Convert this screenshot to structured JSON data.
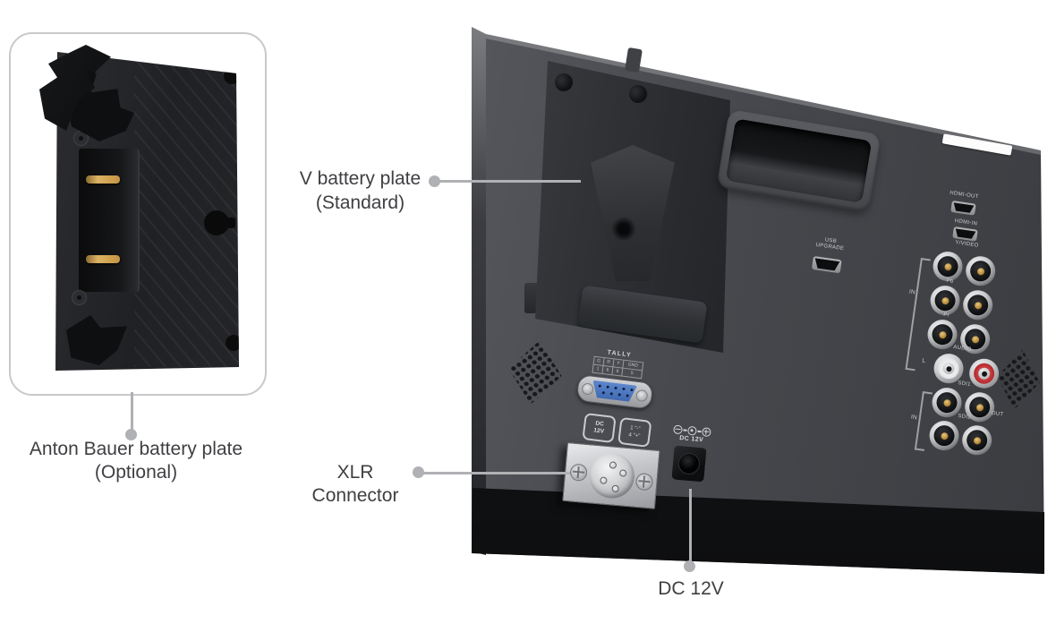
{
  "callouts": {
    "anton": {
      "title": "Anton Bauer battery plate",
      "subtitle": "(Optional)"
    },
    "v_plate": {
      "title": "V battery plate",
      "subtitle": "(Standard)"
    },
    "xlr": {
      "title": "XLR Connector"
    },
    "dc": {
      "title": "DC 12V"
    }
  },
  "rear_panel": {
    "usb": {
      "line1": "USB",
      "line2": "UPGRADE"
    },
    "hdmi_out": "HDMI-OUT",
    "hdmi_in": "HDMI-IN",
    "y_video": "Y/VIDEO",
    "pb": "Pb",
    "pr": "Pr",
    "component_in": "IN",
    "audio": "AUDIO",
    "audio_left": "L",
    "sdi1": "SDI1",
    "sdi2": "SDI2",
    "sdi_in": "IN",
    "sdi_out": "OUT",
    "tally": {
      "title": "TALLY",
      "row1": [
        "G",
        "R",
        "Y",
        "GND"
      ],
      "row2": [
        "1",
        "6",
        "9",
        "5"
      ]
    },
    "dc_box": {
      "line1": "DC",
      "line2": "12V"
    },
    "pin_box": {
      "line1": "1 \"-\"",
      "line2": "4 \"+\""
    },
    "dc_jack": "DC 12V"
  },
  "colors": {
    "background": "#ffffff",
    "panel_gray": "#46484d",
    "callout_gray": "#b0b1b4",
    "label_text": "#3e3f42",
    "tally_connector_blue": "#4f7bc4",
    "audio_red_rca": "#c23b3d",
    "bnc_pin_gold": "#d2a857",
    "xlr_plate_silver": "#c6c8cb"
  }
}
